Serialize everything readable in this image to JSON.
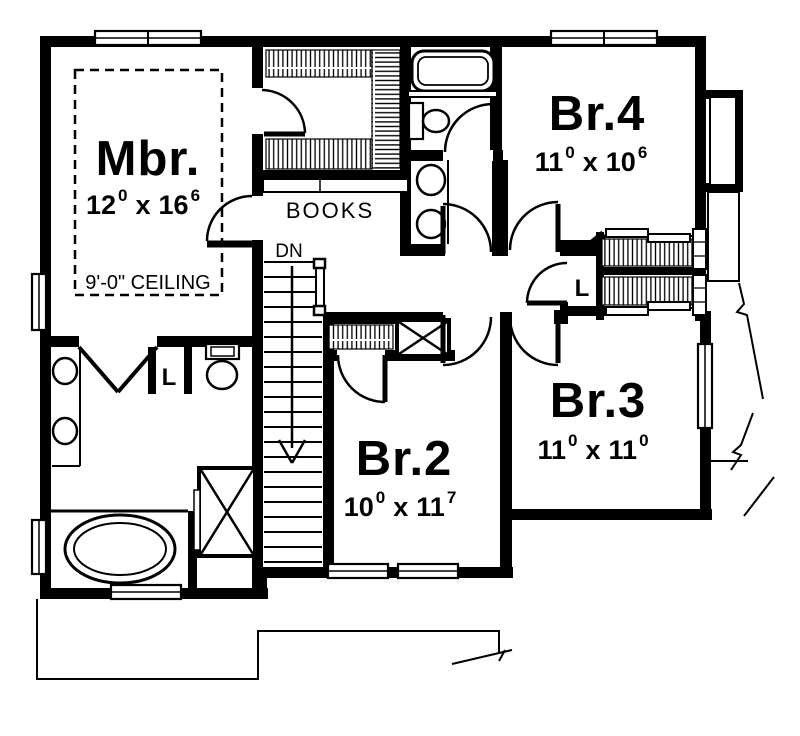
{
  "plan": {
    "type": "second-floor-plan",
    "rooms": {
      "mbr": {
        "name": "Mbr.",
        "dim_w": "12",
        "dim_w_sup": "0",
        "dim_h": "16",
        "dim_h_sup": "6",
        "ceiling": "9'-0\" CEILING"
      },
      "br2": {
        "name": "Br.2",
        "dim_w": "10",
        "dim_w_sup": "0",
        "dim_h": "11",
        "dim_h_sup": "7"
      },
      "br3": {
        "name": "Br.3",
        "dim_w": "11",
        "dim_w_sup": "0",
        "dim_h": "11",
        "dim_h_sup": "0"
      },
      "br4": {
        "name": "Br.4",
        "dim_w": "11",
        "dim_w_sup": "0",
        "dim_h": "10",
        "dim_h_sup": "6"
      }
    },
    "labels": {
      "books": "BOOKS",
      "stairs_down": "DN",
      "linen_master": "L",
      "linen_hall": "L",
      "dim_separator": "x"
    },
    "colors": {
      "ink": "#000000",
      "paper": "#ffffff"
    }
  }
}
